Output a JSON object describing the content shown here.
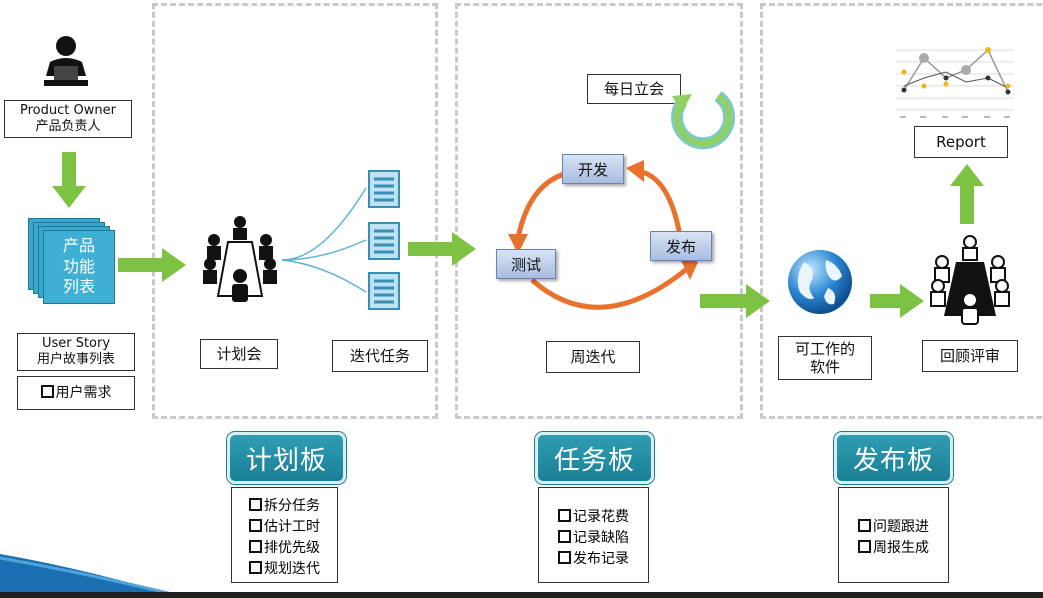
{
  "product_owner": {
    "en": "Product Owner",
    "zh": "产品负责人"
  },
  "backlog_stack": {
    "line1": "产品",
    "line2": "功能",
    "line3": "列表"
  },
  "user_story": {
    "en": "User Story",
    "zh": "用户故事列表"
  },
  "user_needs": "用户需求",
  "planning_meeting": "计划会",
  "iteration_tasks": "迭代任务",
  "daily_standup": "每日立会",
  "cycle": {
    "develop": "开发",
    "test": "测试",
    "release": "发布"
  },
  "weekly_iteration": "周迭代",
  "working_software": {
    "line1": "可工作的",
    "line2": "软件"
  },
  "report": "Report",
  "review": "回顾评审",
  "boards": [
    {
      "title": "计划板",
      "items": [
        "拆分任务",
        "估计工时",
        "排优先级",
        "规划迭代"
      ]
    },
    {
      "title": "任务板",
      "items": [
        "记录花费",
        "记录缺陷",
        "发布记录"
      ]
    },
    {
      "title": "发布板",
      "items": [
        "问题跟进",
        "周报生成"
      ]
    }
  ],
  "colors": {
    "arrow_green": "#7dc242",
    "cycle_orange": "#e8712e",
    "board_teal": "#1f8ba1",
    "footer_blue": "#1b6fb0"
  }
}
